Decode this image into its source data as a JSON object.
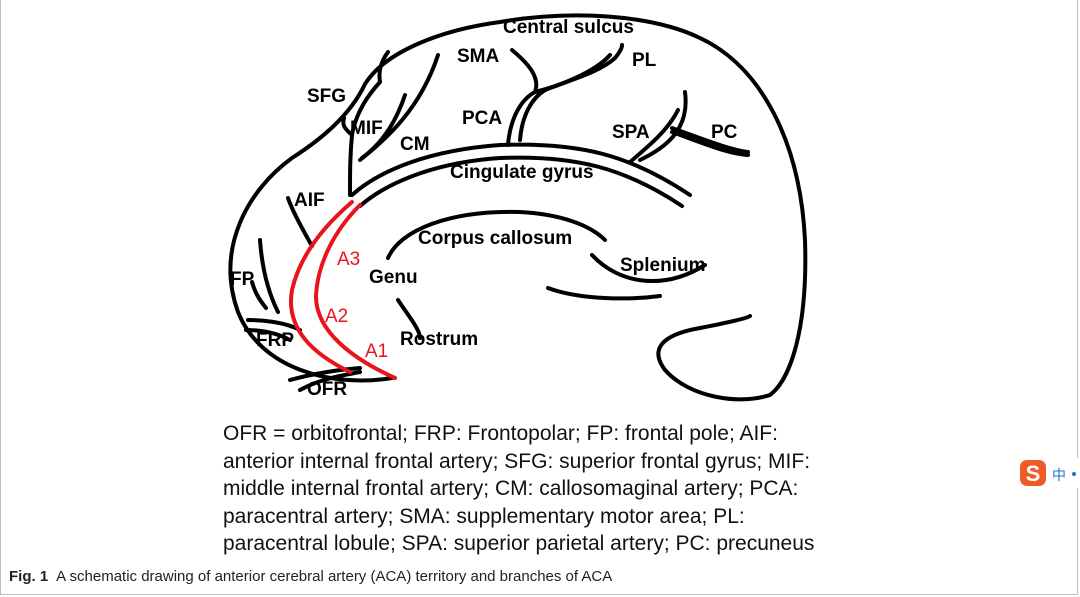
{
  "labels": {
    "central_sulcus": "Central sulcus",
    "sma": "SMA",
    "pl": "PL",
    "sfg": "SFG",
    "pca": "PCA",
    "mif": "MIF",
    "cm": "CM",
    "spa": "SPA",
    "pc": "PC",
    "cingulate_gyrus": "Cingulate gyrus",
    "aif": "AIF",
    "corpus_callosum": "Corpus callosum",
    "a3": "A3",
    "genu": "Genu",
    "splenium": "Splenium",
    "fp": "FP",
    "a2": "A2",
    "frp": "FRP",
    "a1": "A1",
    "rostrum": "Rostrum",
    "ofr": "OFR"
  },
  "legend": [
    "OFR = orbitofrontal; FRP: Frontopolar; FP: frontal pole; AIF:",
    "anterior internal frontal artery; SFG: superior frontal gyrus; MIF:",
    "middle internal frontal artery; CM: callosomaginal artery; PCA:",
    "paracentral artery; SMA: supplementary motor area; PL:",
    "paracentral lobule; SPA: superior parietal artery; PC: precuneus"
  ],
  "caption": {
    "number": "Fig. 1",
    "text": "A schematic drawing of anterior cerebral artery (ACA) territory and branches of ACA"
  },
  "ime": {
    "logo": "S",
    "mode": "中"
  },
  "colors": {
    "outline": "#000000",
    "artery": "#e8141b",
    "ime_logo": "#f05a28",
    "ime_text": "#1f6fd1"
  }
}
